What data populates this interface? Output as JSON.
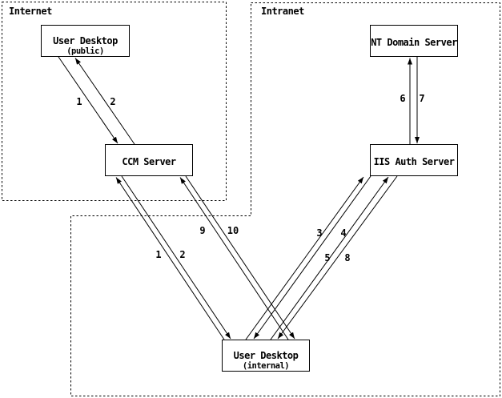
{
  "diagram": {
    "zones": {
      "internet": {
        "label": "Internet"
      },
      "intranet": {
        "label": "Intranet"
      }
    },
    "nodes": {
      "user_desktop_public": {
        "title": "User Desktop",
        "subtitle": "(public)"
      },
      "ccm_server": {
        "title": "CCM Server"
      },
      "nt_domain_server": {
        "title": "NT Domain Server"
      },
      "iis_auth_server": {
        "title": "IIS Auth Server"
      },
      "user_desktop_internal": {
        "title": "User Desktop",
        "subtitle": "(internal)"
      }
    },
    "flows": [
      {
        "label": "1",
        "from": "User Desktop (public)",
        "to": "CCM Server"
      },
      {
        "label": "2",
        "from": "CCM Server",
        "to": "User Desktop (public)"
      },
      {
        "label": "1",
        "from": "User Desktop (internal)",
        "to": "CCM Server"
      },
      {
        "label": "2",
        "from": "CCM Server",
        "to": "User Desktop (internal)"
      },
      {
        "label": "3",
        "from": "User Desktop (internal)",
        "to": "IIS Auth Server"
      },
      {
        "label": "4",
        "from": "IIS Auth Server",
        "to": "User Desktop (internal)"
      },
      {
        "label": "5",
        "from": "User Desktop (internal)",
        "to": "IIS Auth Server"
      },
      {
        "label": "6",
        "from": "IIS Auth Server",
        "to": "NT Domain Server"
      },
      {
        "label": "7",
        "from": "NT Domain Server",
        "to": "IIS Auth Server"
      },
      {
        "label": "8",
        "from": "IIS Auth Server",
        "to": "User Desktop (internal)"
      },
      {
        "label": "9",
        "from": "User Desktop (internal)",
        "to": "CCM Server"
      },
      {
        "label": "10",
        "from": "CCM Server",
        "to": "User Desktop (internal)"
      }
    ],
    "colors": {
      "line": "#000000",
      "background": "#ffffff"
    }
  }
}
